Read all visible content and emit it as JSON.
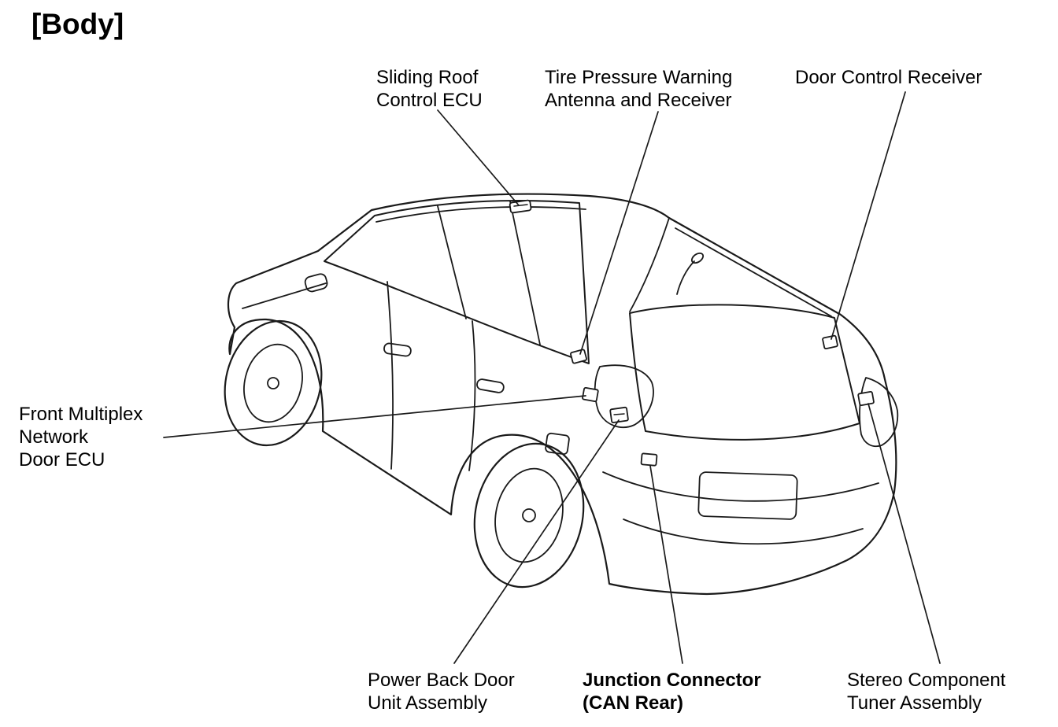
{
  "page": {
    "title": "[Body]",
    "background_color": "#ffffff",
    "line_color": "#1a1a1a",
    "text_color": "#000000"
  },
  "labels": {
    "sliding_roof": {
      "line1": "Sliding Roof",
      "line2": "Control ECU"
    },
    "tire_pressure": {
      "line1": "Tire Pressure Warning",
      "line2": "Antenna and Receiver"
    },
    "door_control": {
      "line1": "Door Control Receiver"
    },
    "front_multiplex": {
      "line1": "Front Multiplex",
      "line2": "Network",
      "line3": "Door ECU"
    },
    "power_back_door": {
      "line1": "Power Back Door",
      "line2": "Unit Assembly"
    },
    "junction_connector": {
      "line1": "Junction Connector",
      "line2": "(CAN Rear)"
    },
    "stereo_component": {
      "line1": "Stereo Component",
      "line2": "Tuner Assembly"
    }
  }
}
